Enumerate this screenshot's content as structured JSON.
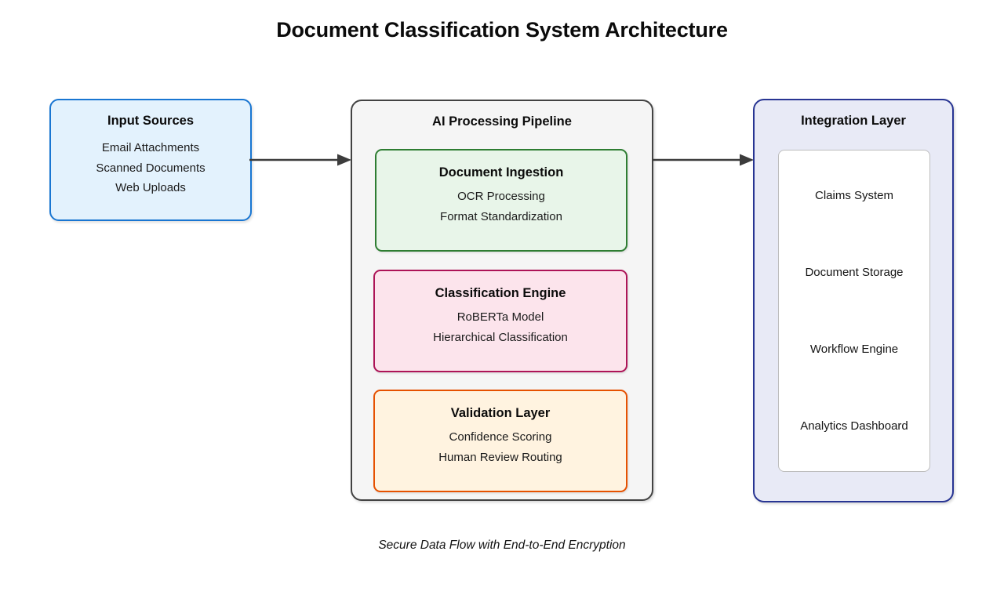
{
  "page": {
    "title": "Document Classification System Architecture",
    "caption": "Secure Data Flow with End-to-End Encryption",
    "background_color": "#ffffff"
  },
  "input_sources": {
    "title": "Input Sources",
    "items": [
      "Email Attachments",
      "Scanned Documents",
      "Web Uploads"
    ],
    "border_color": "#1976d2",
    "fill_color": "#e3f2fd"
  },
  "pipeline": {
    "title": "AI Processing Pipeline",
    "border_color": "#424242",
    "fill_color": "#f5f5f5",
    "stages": [
      {
        "title": "Document Ingestion",
        "lines": [
          "OCR Processing",
          "Format Standardization"
        ],
        "border_color": "#2e7d32",
        "fill_color": "#e8f5e9"
      },
      {
        "title": "Classification Engine",
        "lines": [
          "RoBERTa Model",
          "Hierarchical Classification"
        ],
        "border_color": "#ad1457",
        "fill_color": "#fce4ec"
      },
      {
        "title": "Validation Layer",
        "lines": [
          "Confidence Scoring",
          "Human Review Routing"
        ],
        "border_color": "#e65100",
        "fill_color": "#fff3e0"
      }
    ]
  },
  "integration_layer": {
    "title": "Integration Layer",
    "items": [
      "Claims System",
      "Document Storage",
      "Workflow Engine",
      "Analytics Dashboard"
    ],
    "border_color": "#283593",
    "fill_color": "#e8eaf6",
    "panel_fill_color": "#ffffff",
    "panel_border_color": "#bdbdbd"
  },
  "arrows": [
    {
      "name": "input-to-pipeline",
      "from": "Input Sources",
      "to": "AI Processing Pipeline",
      "color": "#3c3c3c"
    },
    {
      "name": "pipeline-to-integration",
      "from": "AI Processing Pipeline",
      "to": "Integration Layer",
      "color": "#3c3c3c"
    }
  ]
}
